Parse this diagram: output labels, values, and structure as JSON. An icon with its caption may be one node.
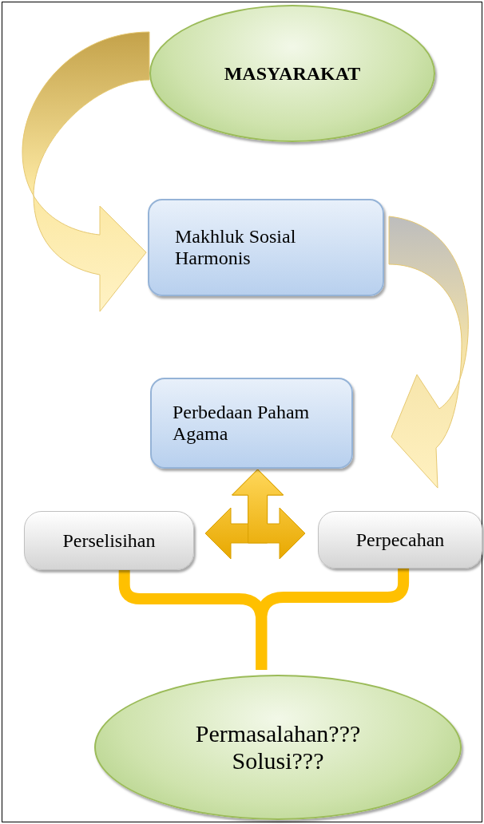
{
  "diagram": {
    "nodes": [
      {
        "text": [
          "MASYARAKAT"
        ]
      },
      {
        "text": [
          "Makhluk Sosial Harmonis"
        ]
      },
      {
        "text": [
          "Perbedaan Paham Agama"
        ]
      },
      {
        "text": [
          "Perselisihan"
        ]
      },
      {
        "text": [
          "Perpecahan"
        ]
      },
      {
        "text": [
          "Permasalahan??? Solusi???"
        ]
      }
    ],
    "edges": [
      {
        "from": 0,
        "to": 1,
        "arrow": "to"
      },
      {
        "from": 1,
        "to": 2,
        "arrow": "to"
      },
      {
        "from": 3,
        "to": 2,
        "arrow": "both"
      },
      {
        "from": 4,
        "to": 2,
        "arrow": "both"
      },
      {
        "from": 3,
        "to": 5,
        "arrow": "none"
      },
      {
        "from": 4,
        "to": 5,
        "arrow": "none"
      }
    ]
  }
}
